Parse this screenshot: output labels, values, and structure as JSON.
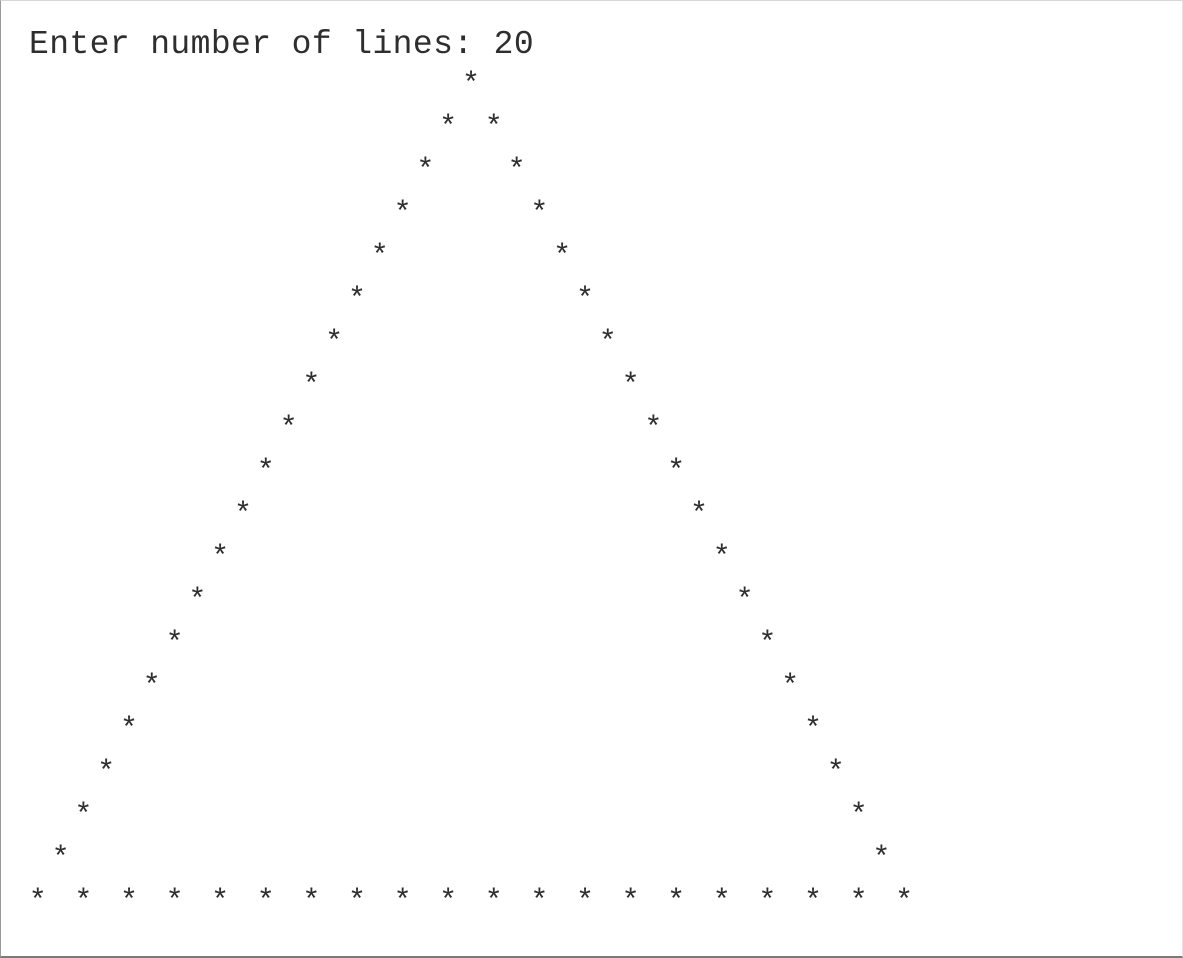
{
  "console": {
    "prompt_label": "Enter number of lines: ",
    "input_value": "20",
    "prompt_text": "Enter number of lines: 20"
  },
  "pattern": {
    "glyph": "*",
    "lines": 20,
    "description_shape": "hollow triangle"
  }
}
